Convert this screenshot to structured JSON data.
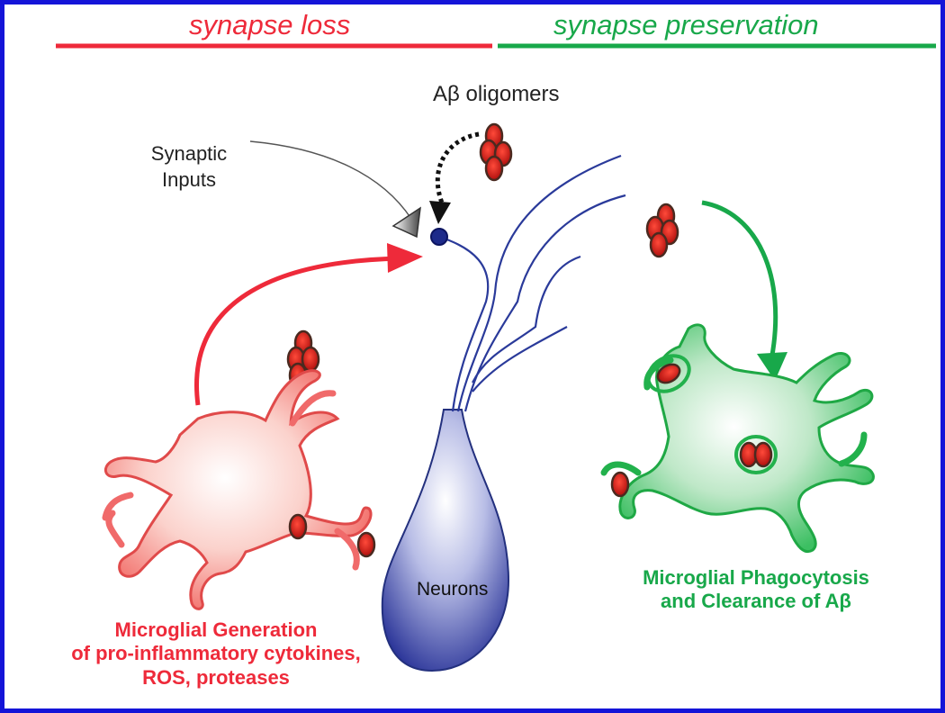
{
  "header": {
    "left_label": "synapse loss",
    "right_label": "synapse preservation",
    "left_color": "#ee2a3a",
    "right_color": "#18a84a"
  },
  "labels": {
    "abeta_oligomers": "Aβ oligomers",
    "synaptic_inputs_line1": "Synaptic",
    "synaptic_inputs_line2": "Inputs",
    "neurons": "Neurons"
  },
  "captions": {
    "left_lines": [
      "Microglial Generation",
      "of pro-inflammatory cytokines,",
      "ROS, proteases"
    ],
    "right_lines": [
      "Microglial Phagocytosis",
      "and Clearance of Aβ"
    ]
  },
  "colors": {
    "frame": "#1414d8",
    "neuron": "#2a3a9a",
    "oligomer": "#e02020",
    "microglia_left": "#f06a6a",
    "microglia_right": "#22b14c"
  }
}
